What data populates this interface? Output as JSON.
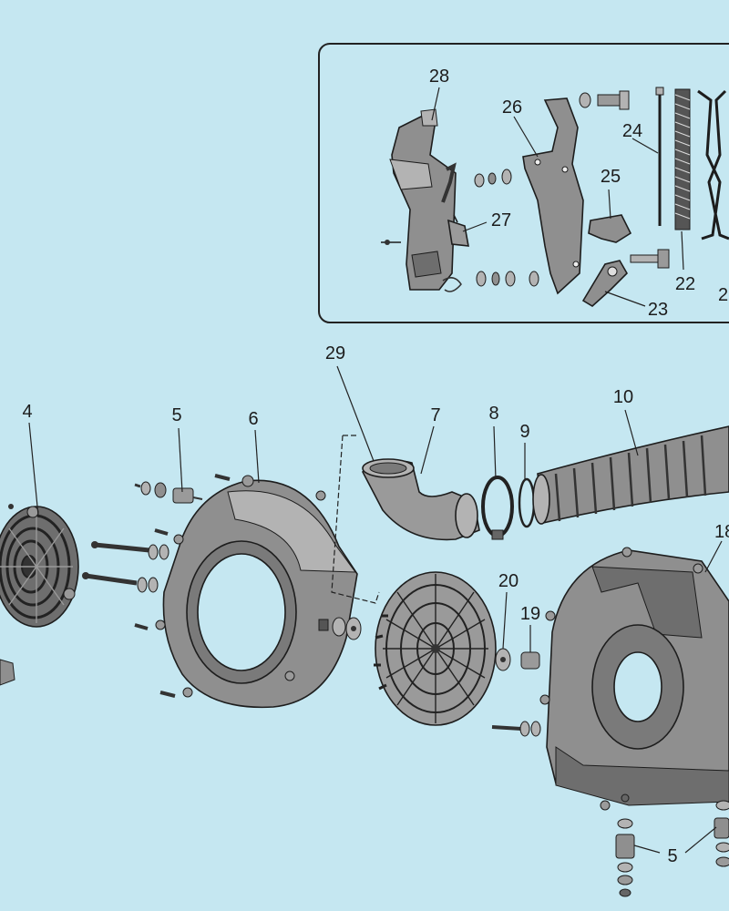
{
  "labels": {
    "l28": "28",
    "l26": "26",
    "l24": "24",
    "l25": "25",
    "l27": "27",
    "l22": "22",
    "l23": "23",
    "l2x": "2",
    "l29": "29",
    "l4": "4",
    "l5": "5",
    "l6": "6",
    "l7": "7",
    "l8": "8",
    "l9": "9",
    "l10": "10",
    "l20": "20",
    "l19": "19",
    "l18": "18",
    "l5b": "5"
  },
  "colors": {
    "background": "#c5e7f1",
    "part_gray": "#8f8f8f",
    "part_light": "#b3b3b3",
    "part_dark": "#5f5f5f",
    "outline": "#1d1d1d"
  }
}
